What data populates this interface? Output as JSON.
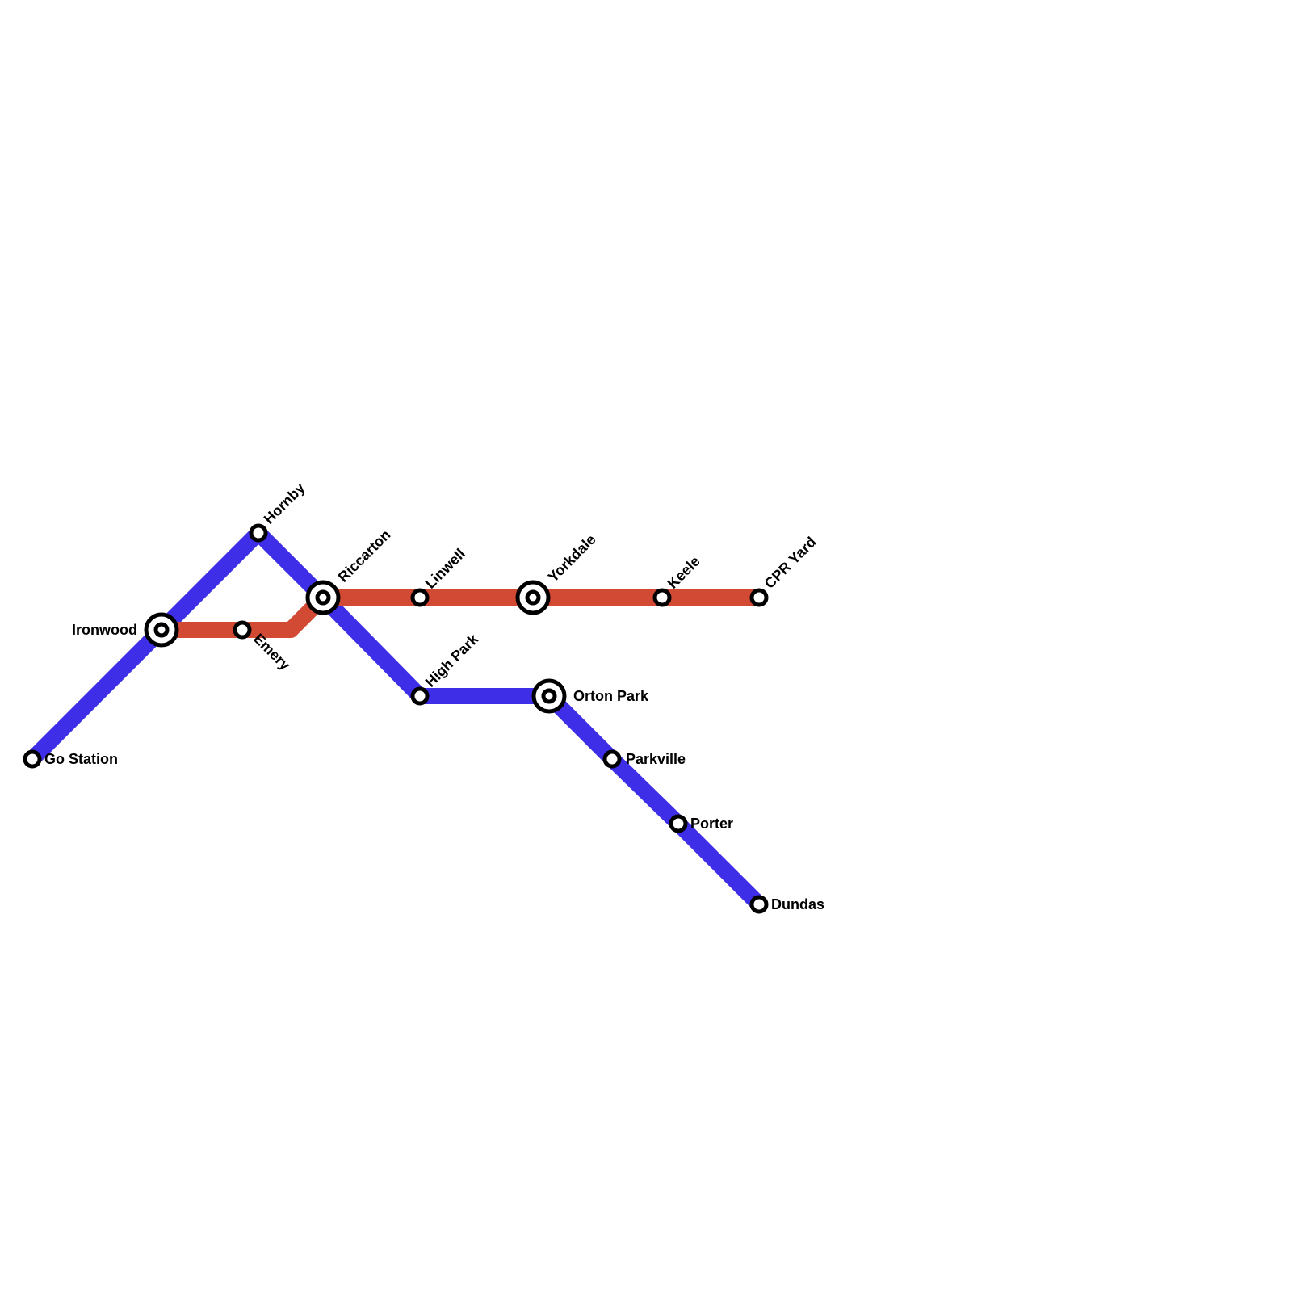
{
  "colors": {
    "blue_line": "#3f2ee8",
    "red_line": "#d24a33",
    "background": "#ffffff",
    "station_outline": "#000000",
    "station_fill": "#ffffff"
  },
  "lines": [
    {
      "id": "blue",
      "color_key": "blue_line",
      "stations": [
        "go_station",
        "ironwood",
        "hornby",
        "riccarton",
        "high_park",
        "orton_park",
        "parkville",
        "porter",
        "dundas"
      ]
    },
    {
      "id": "red",
      "color_key": "red_line",
      "stations": [
        "ironwood",
        "emery",
        "riccarton",
        "linwell",
        "yorkdale",
        "keele",
        "cpr_yard"
      ]
    }
  ],
  "stations": {
    "go_station": {
      "name": "Go Station",
      "interchange": false
    },
    "ironwood": {
      "name": "Ironwood",
      "interchange": true
    },
    "hornby": {
      "name": "Hornby",
      "interchange": false
    },
    "riccarton": {
      "name": "Riccarton",
      "interchange": true
    },
    "high_park": {
      "name": "High Park",
      "interchange": false
    },
    "orton_park": {
      "name": "Orton Park",
      "interchange": true
    },
    "parkville": {
      "name": "Parkville",
      "interchange": false
    },
    "porter": {
      "name": "Porter",
      "interchange": false
    },
    "dundas": {
      "name": "Dundas",
      "interchange": false
    },
    "emery": {
      "name": "Emery",
      "interchange": false
    },
    "linwell": {
      "name": "Linwell",
      "interchange": false
    },
    "yorkdale": {
      "name": "Yorkdale",
      "interchange": true
    },
    "keele": {
      "name": "Keele",
      "interchange": false
    },
    "cpr_yard": {
      "name": "CPR Yard",
      "interchange": false
    }
  }
}
